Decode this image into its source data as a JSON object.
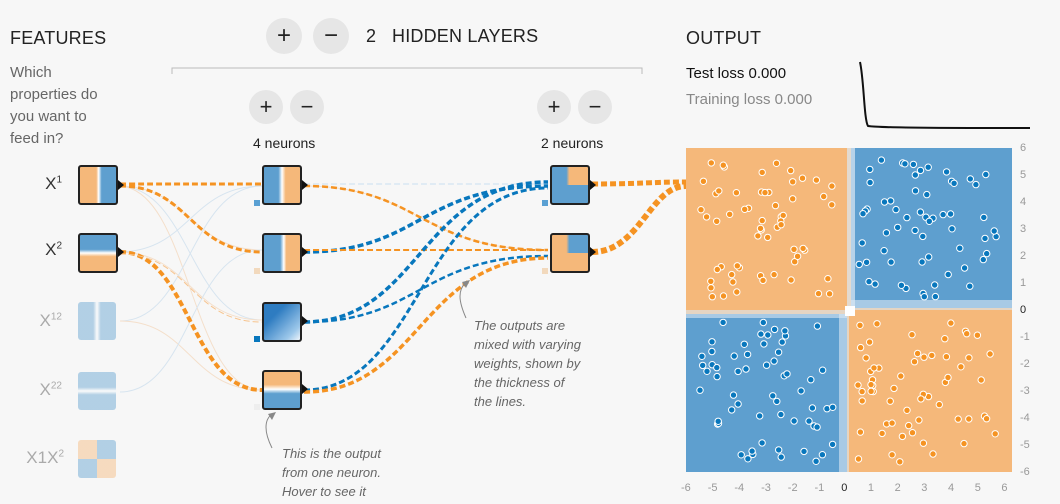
{
  "features": {
    "title": "FEATURES",
    "question": "Which properties do you want to feed in?",
    "items": [
      {
        "base": "X",
        "sup": "1",
        "label": "X1",
        "active": true
      },
      {
        "base": "X",
        "sup": "2",
        "label": "X2",
        "active": true
      },
      {
        "base": "X",
        "sup": "12",
        "label": "X12",
        "active": false
      },
      {
        "base": "X",
        "sup": "22",
        "label": "X22",
        "active": false
      },
      {
        "base": "X1X",
        "sup": "2",
        "label": "X1X2",
        "active": false
      }
    ]
  },
  "network": {
    "plus": "+",
    "minus": "−",
    "layer_count": "2",
    "layers_label": "HIDDEN LAYERS",
    "layers": [
      {
        "neurons_label": "4 neurons"
      },
      {
        "neurons_label": "2 neurons"
      }
    ]
  },
  "output": {
    "title": "OUTPUT",
    "test_loss": "Test loss 0.000",
    "training_loss": "Training loss 0.000",
    "y_ticks": [
      "6",
      "5",
      "4",
      "3",
      "2",
      "1",
      "0",
      "-1",
      "-2",
      "-3",
      "-4",
      "-5",
      "-6"
    ],
    "x_ticks": [
      "-6",
      "-5",
      "-4",
      "-3",
      "-2",
      "-1",
      "0",
      "1",
      "2",
      "3",
      "4",
      "5",
      "6"
    ]
  },
  "notes": {
    "weights": "The outputs are mixed with varying weights, shown by the thickness of the lines.",
    "weights_lines": [
      "The outputs are",
      "mixed with varying",
      "weights, shown by",
      "the thickness of",
      "the lines."
    ],
    "neuron_lines": [
      "This is the output",
      "from one neuron.",
      "Hover to see it"
    ]
  },
  "colors": {
    "orange": "#f59322",
    "blue": "#0877bd",
    "orange_light": "#f4b46c",
    "blue_light": "#5e9fcf"
  }
}
